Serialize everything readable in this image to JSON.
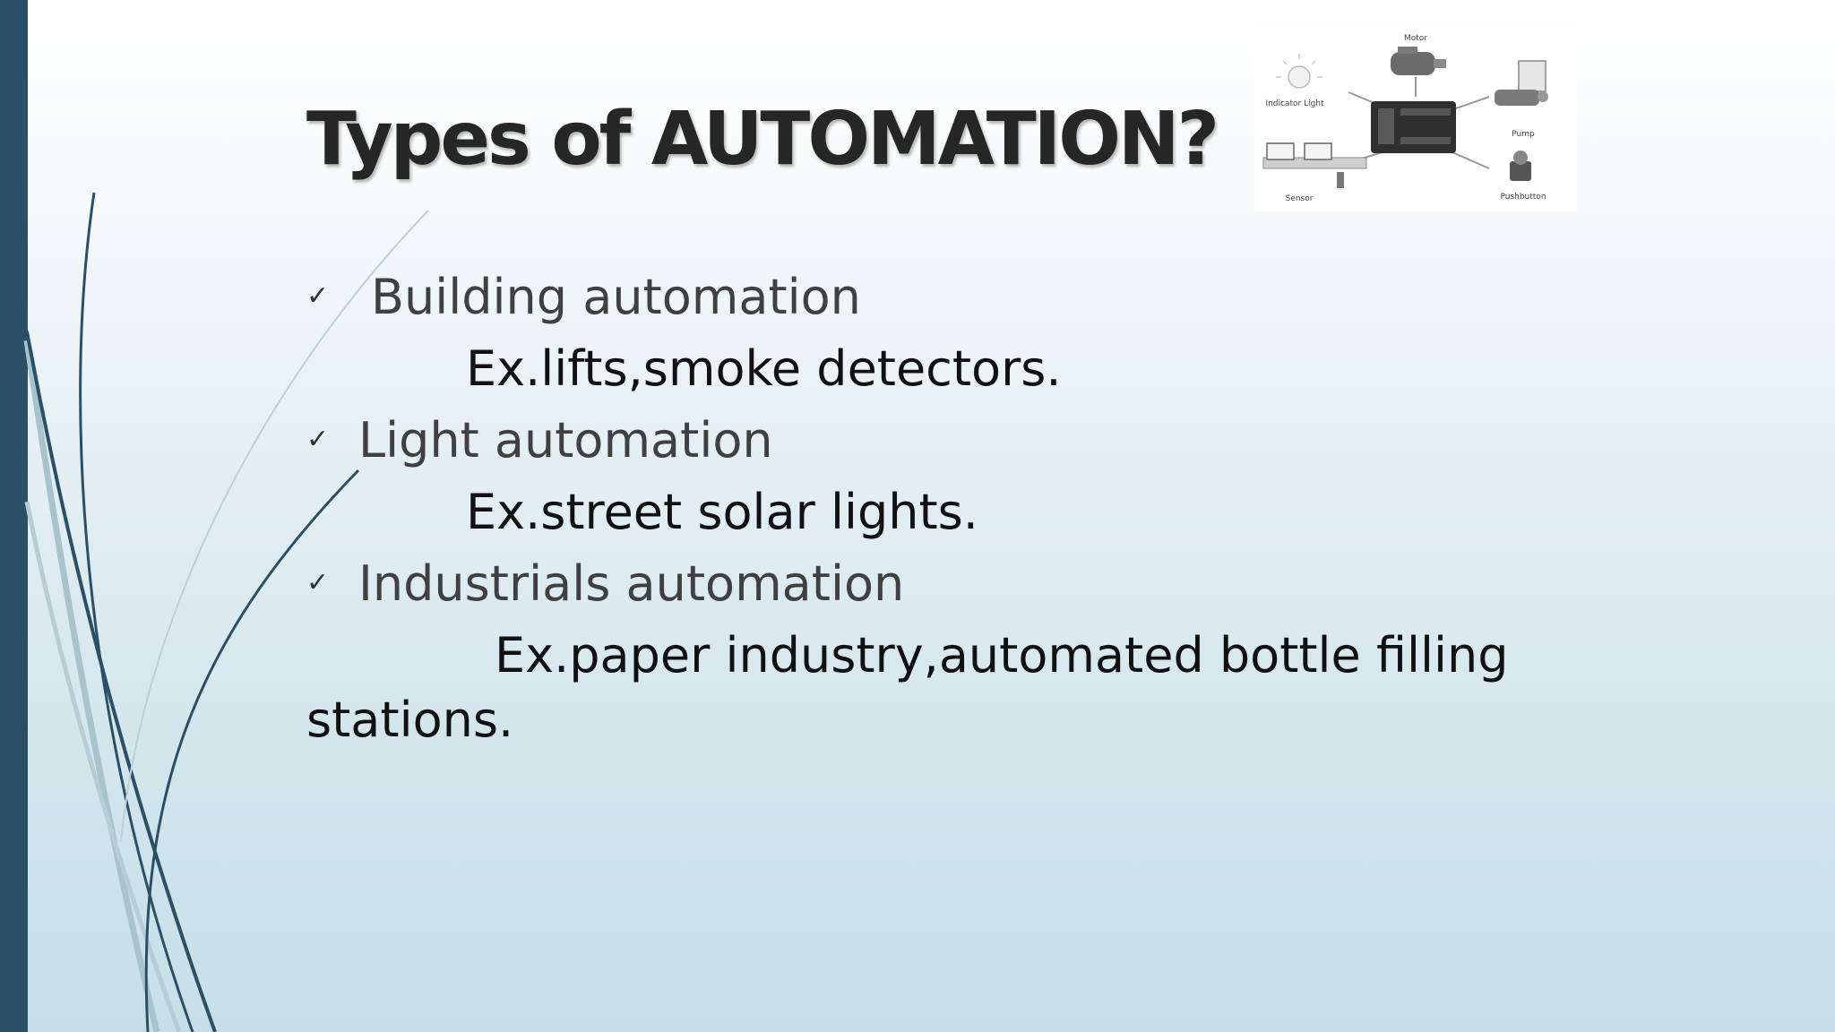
{
  "slide": {
    "title": "Types of AUTOMATION?",
    "bullet_glyph": "✓",
    "items": [
      {
        "label": "Building automation",
        "example": "Ex.lifts,smoke detectors."
      },
      {
        "label": "Light automation",
        "example": "Ex.street solar lights."
      },
      {
        "label": "Industrials automation",
        "example_line1": "Ex.paper industry,automated bottle filling",
        "example_line2": "stations."
      }
    ]
  },
  "diagram": {
    "labels": {
      "motor": "Motor",
      "indicator_light": "Indicator Light",
      "pump": "Pump",
      "sensor": "Sensor",
      "pushbutton": "Pushbutton"
    }
  },
  "colors": {
    "accent_bar": "#2a4f66",
    "title_text": "#262626",
    "bullet_text": "#404040",
    "example_text": "#111111"
  },
  "icons": [
    "checkmark-icon",
    "plc-controller-icon",
    "motor-icon",
    "pump-icon",
    "indicator-light-icon",
    "sensor-conveyor-icon",
    "pushbutton-icon"
  ]
}
